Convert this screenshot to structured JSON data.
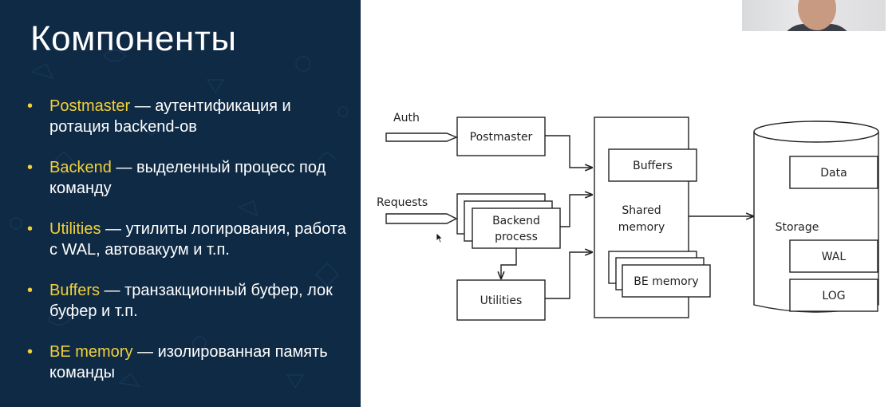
{
  "slide": {
    "title": "Компоненты",
    "bullets": [
      {
        "term": "Postmaster",
        "text": " — аутентификация и ротация backend-ов"
      },
      {
        "term": "Backend",
        "text": " — выделенный процесс под команду"
      },
      {
        "term": "Utilities",
        "text": " — утилиты логирования, работа с WAL, автовакуум и т.п."
      },
      {
        "term": "Buffers",
        "text": " — транзакционный буфер, лок буфер и т.п."
      },
      {
        "term": "BE memory",
        "text": " — изолированная память команды"
      }
    ]
  },
  "diagram": {
    "auth": "Auth",
    "requests": "Requests",
    "postmaster": "Postmaster",
    "backend_line1": "Backend",
    "backend_line2": "process",
    "utilities": "Utilities",
    "buffers": "Buffers",
    "shared_line1": "Shared",
    "shared_line2": "memory",
    "be_memory": "BE memory",
    "storage": "Storage",
    "data": "Data",
    "wal": "WAL",
    "log": "LOG"
  },
  "colors": {
    "panel_bg": "#0f2a45",
    "accent": "#f2d03a",
    "text": "#ffffff"
  }
}
